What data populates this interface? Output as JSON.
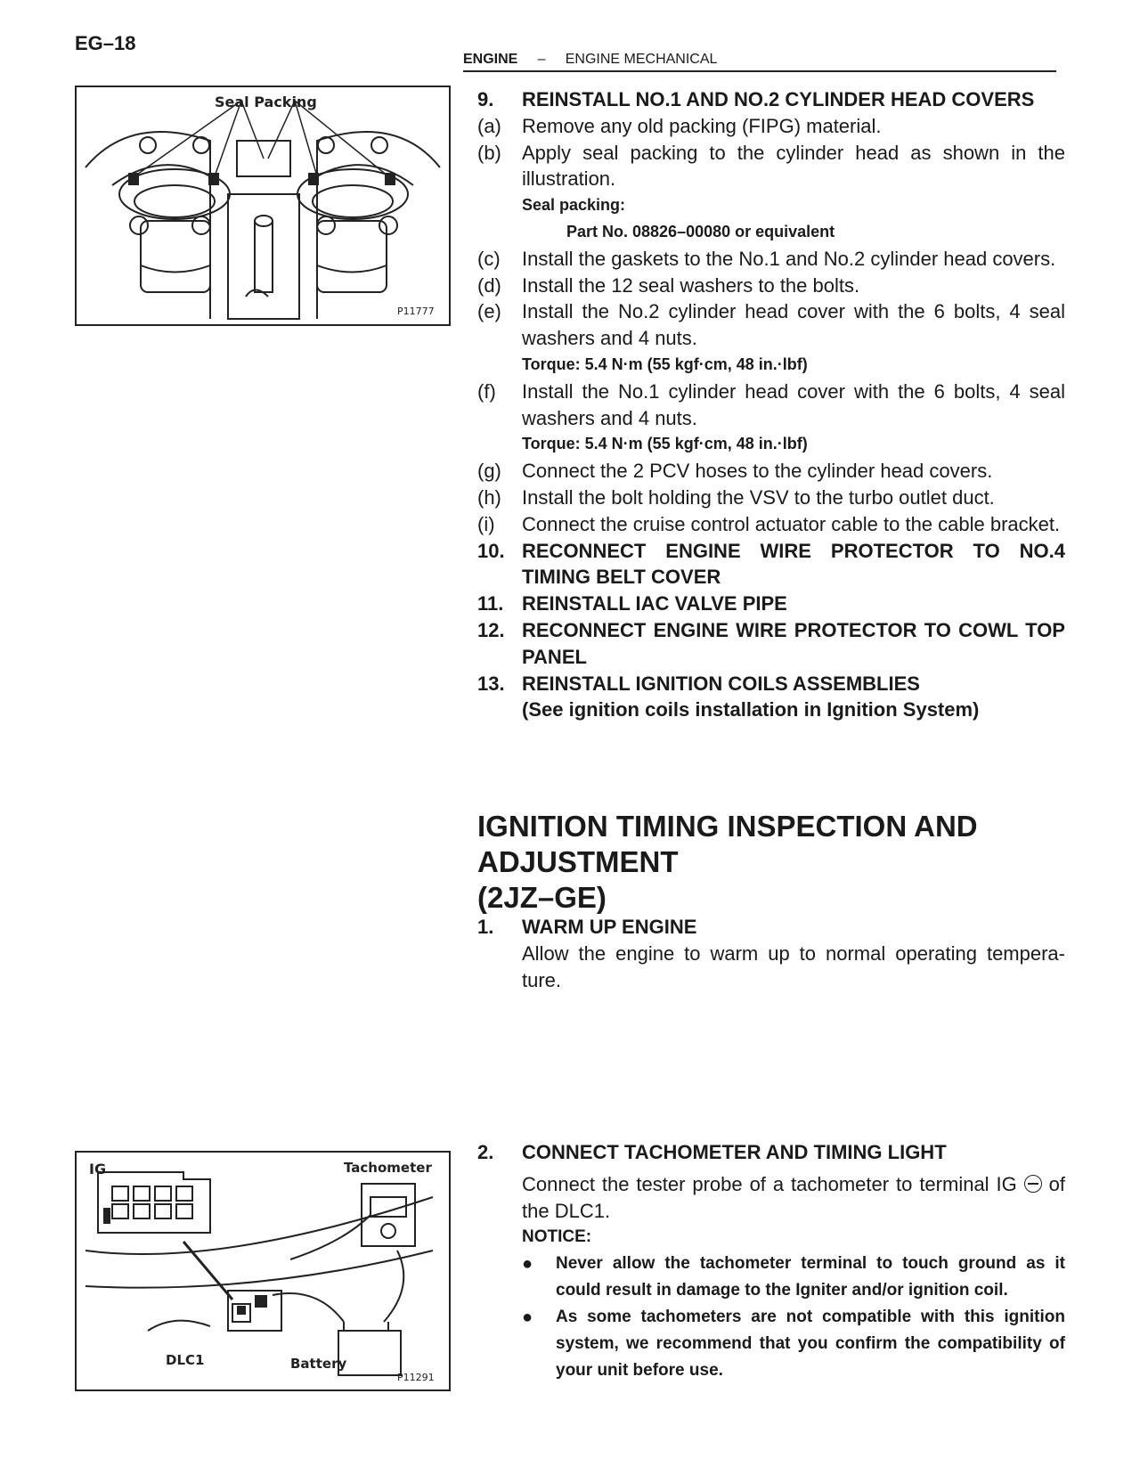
{
  "header": {
    "page_number": "EG–18",
    "section_bold": "ENGINE",
    "section_sep": "–",
    "section_rest": "ENGINE MECHANICAL"
  },
  "figure1": {
    "label": "Seal Packing",
    "code": "P11777"
  },
  "figure2": {
    "label_ig": "IG",
    "label_tach": "Tachometer",
    "label_dlc": "DLC1",
    "label_battery": "Battery",
    "code": "P11291"
  },
  "step9": {
    "num": "9.",
    "title": "REINSTALL NO.1 AND NO.2 CYLINDER HEAD COVERS",
    "a": {
      "lab": "(a)",
      "text": "Remove any old packing (FIPG) material."
    },
    "b": {
      "lab": "(b)",
      "text": "Apply seal packing to the cylinder head as shown in the illustration."
    },
    "seal_label": "Seal packing:",
    "seal_part": "Part No. 08826–00080 or equivalent",
    "c": {
      "lab": "(c)",
      "text": "Install the gaskets to the No.1 and No.2 cylinder head covers."
    },
    "d": {
      "lab": "(d)",
      "text": "Install the 12 seal washers to the bolts."
    },
    "e": {
      "lab": "(e)",
      "text": "Install the No.2 cylinder head cover with the 6 bolts, 4 seal washers and 4 nuts."
    },
    "torque_e": "Torque: 5.4 N·m (55 kgf·cm, 48 in.·lbf)",
    "f": {
      "lab": "(f)",
      "text": "Install the No.1 cylinder head cover with the 6 bolts, 4 seal washers and 4 nuts."
    },
    "torque_f": "Torque: 5.4 N·m (55 kgf·cm, 48 in.·lbf)",
    "g": {
      "lab": "(g)",
      "text": "Connect the 2 PCV hoses to the cylinder head covers."
    },
    "h": {
      "lab": "(h)",
      "text": "Install the bolt holding the VSV to the turbo outlet duct."
    },
    "i": {
      "lab": "(i)",
      "text": "Connect the cruise control actuator cable to the cable bracket."
    }
  },
  "step10": {
    "num": "10.",
    "title": "RECONNECT ENGINE WIRE PROTECTOR TO NO.4 TIMING BELT COVER"
  },
  "step11": {
    "num": "11.",
    "title": "REINSTALL IAC VALVE PIPE"
  },
  "step12": {
    "num": "12.",
    "title": "RECONNECT ENGINE WIRE PROTECTOR TO COWL TOP PANEL"
  },
  "step13": {
    "num": "13.",
    "title": "REINSTALL IGNITION COILS ASSEMBLIES",
    "note": "(See ignition coils installation in Ignition System)"
  },
  "heading": {
    "line1": "IGNITION TIMING INSPECTION AND",
    "line2": "ADJUSTMENT",
    "line3": "(2JZ–GE)"
  },
  "warm": {
    "num": "1.",
    "title": "WARM UP ENGINE",
    "text": "Allow the engine to warm up to normal operating tempera-ture."
  },
  "connect": {
    "num": "2.",
    "title": "CONNECT TACHOMETER AND TIMING LIGHT",
    "text_a": "Connect the tester probe of a tachometer to terminal IG",
    "text_b": "of the DLC1.",
    "notice": "NOTICE:",
    "bullet1": "Never allow the tachometer terminal to touch ground as it could result in damage to the Igniter and/or ignition coil.",
    "bullet2": "As some tachometers are not compatible with this ignition system, we recommend that you confirm the compatibility of your unit before use."
  }
}
